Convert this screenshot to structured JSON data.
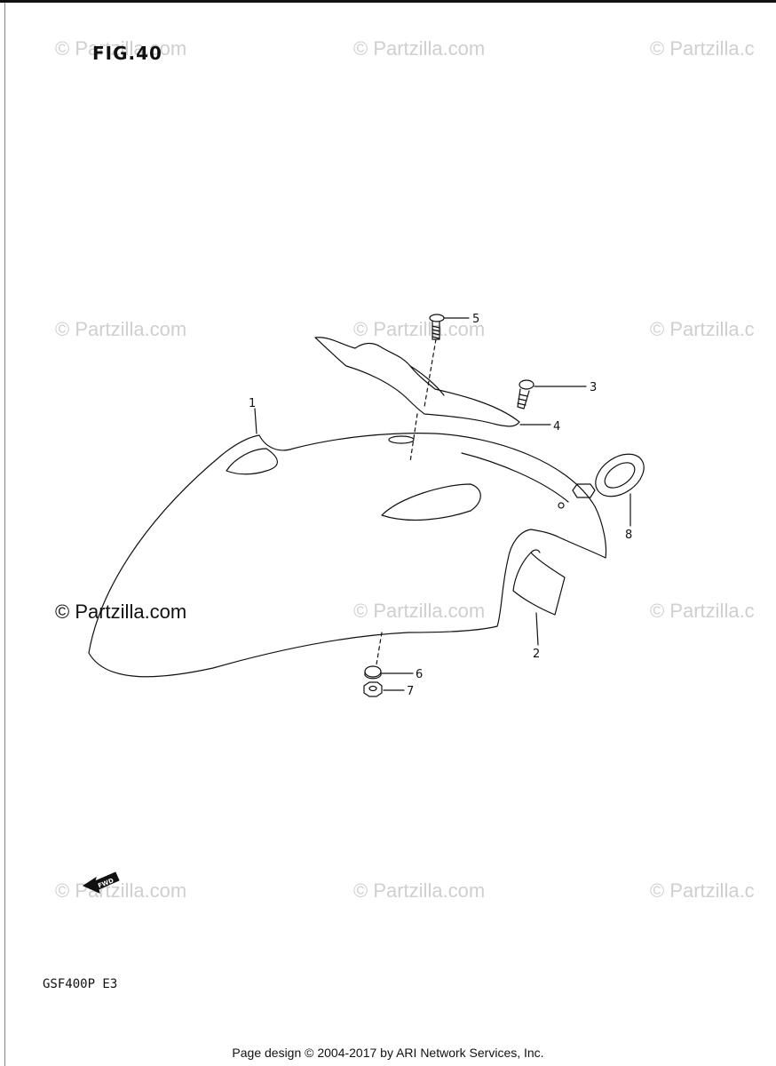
{
  "figure": {
    "title": "FIG.40"
  },
  "watermark": {
    "text": "© Partzilla.com",
    "clipped_text": "© Partzilla.c"
  },
  "callouts": [
    {
      "label": "1",
      "part": "front-fender"
    },
    {
      "label": "2",
      "part": "fender-liner"
    },
    {
      "label": "3",
      "part": "screw"
    },
    {
      "label": "4",
      "part": "fender-brace"
    },
    {
      "label": "5",
      "part": "bolt"
    },
    {
      "label": "6",
      "part": "washer"
    },
    {
      "label": "7",
      "part": "nut"
    },
    {
      "label": "8",
      "part": "grommet"
    }
  ],
  "direction_indicator": {
    "text": "FWD"
  },
  "model": {
    "code": "GSF400P  E3"
  },
  "footer": {
    "text": "Page design © 2004-2017 by ARI Network Services, Inc."
  },
  "colors": {
    "ink": "#111111",
    "watermark": "#cfcfcf",
    "background": "#ffffff"
  }
}
